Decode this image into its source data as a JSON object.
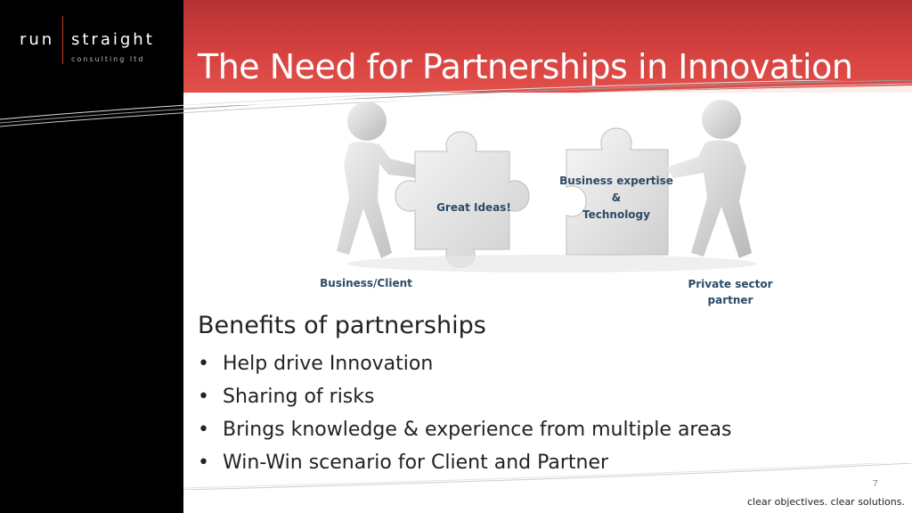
{
  "logo": {
    "left_word": "run",
    "right_word": "straight",
    "subtitle": "consulting ltd"
  },
  "slide": {
    "title": "The Need for Partnerships in Innovation",
    "illustration": {
      "left_piece_label": "Great Ideas!",
      "right_piece_label_line1": "Business expertise",
      "right_piece_label_line2": "&",
      "right_piece_label_line3": "Technology",
      "left_figure_label": "Business/Client",
      "right_figure_label_line1": "Private sector",
      "right_figure_label_line2": "partner"
    },
    "benefits_heading": "Benefits of partnerships",
    "benefits": [
      "Help drive Innovation",
      "Sharing of risks",
      "Brings knowledge & experience from multiple areas",
      "Win-Win scenario for Client and Partner"
    ],
    "bullet_char": "•",
    "page_number": "7",
    "tagline": "clear objectives. clear solutions."
  },
  "colors": {
    "sidebar": "#000000",
    "header_red": "#d5413f",
    "label_blue": "#2c4a66"
  },
  "icons": [
    "puzzle-piece-icon",
    "figure-icon"
  ]
}
